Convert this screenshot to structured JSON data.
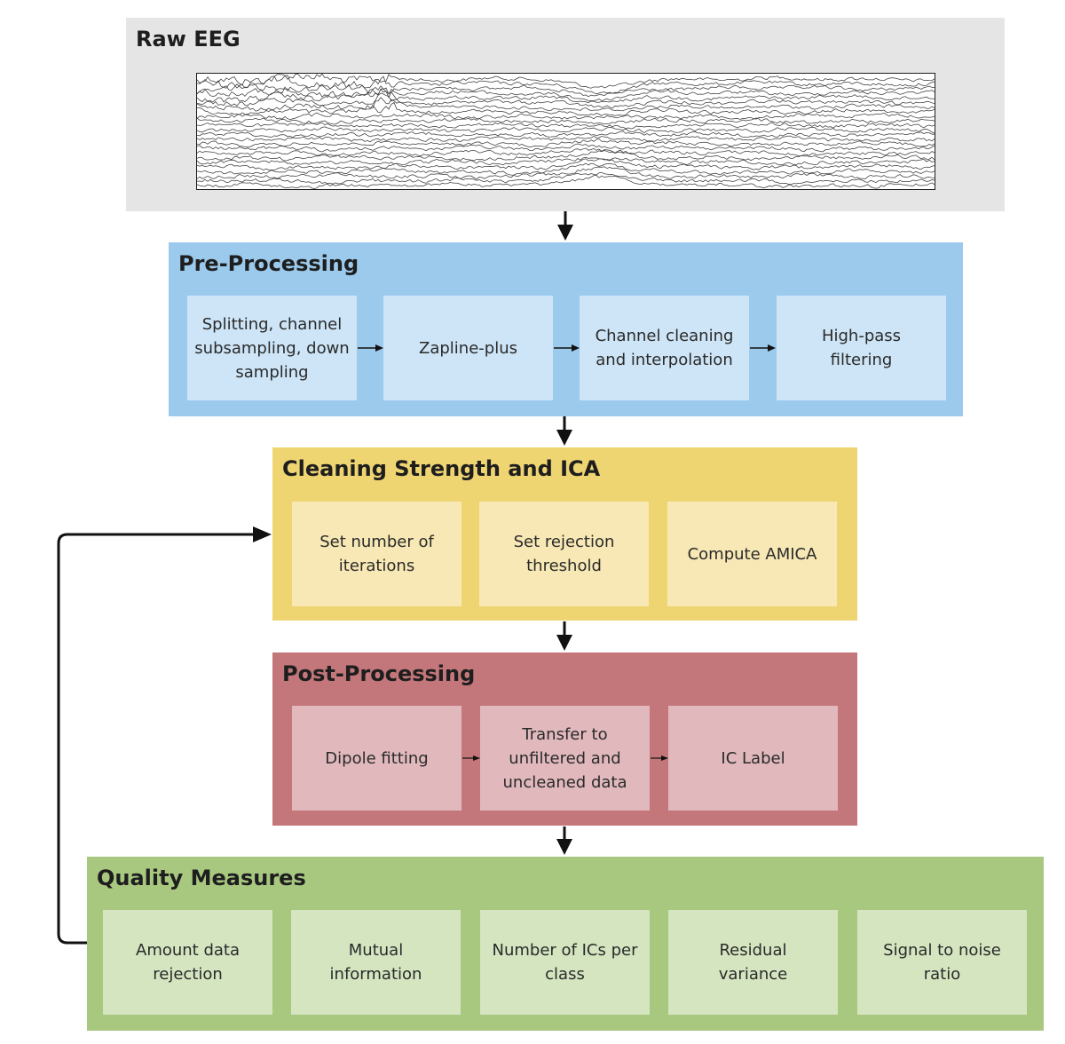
{
  "raw_eeg": {
    "title": "Raw EEG"
  },
  "pre_processing": {
    "title": "Pre-Processing",
    "steps": [
      "Splitting, channel\nsubsampling, down\nsampling",
      "Zapline-plus",
      "Channel cleaning\nand interpolation",
      "High-pass\nfiltering"
    ]
  },
  "cleaning_ica": {
    "title": "Cleaning Strength and ICA",
    "steps": [
      "Set number of\niterations",
      "Set rejection\nthreshold",
      "Compute AMICA"
    ]
  },
  "post_processing": {
    "title": "Post-Processing",
    "steps": [
      "Dipole fitting",
      "Transfer to\nunfiltered and\nuncleaned data",
      "IC Label"
    ]
  },
  "quality_measures": {
    "title": "Quality Measures",
    "steps": [
      "Amount data\nrejection",
      "Mutual\ninformation",
      "Number of ICs per\nclass",
      "Residual\nvariance",
      "Signal to noise ratio"
    ]
  },
  "colors": {
    "raw_panel": "#e5e5e5",
    "pre_panel": "#9ccaed",
    "pre_step": "#cde5f7",
    "clean_panel": "#efd572",
    "clean_step": "#f7e8b5",
    "post_panel": "#c4777a",
    "post_step": "#e1b9bd",
    "qm_panel": "#a8c880",
    "qm_step": "#d4e5c0",
    "arrow": "#111111"
  }
}
